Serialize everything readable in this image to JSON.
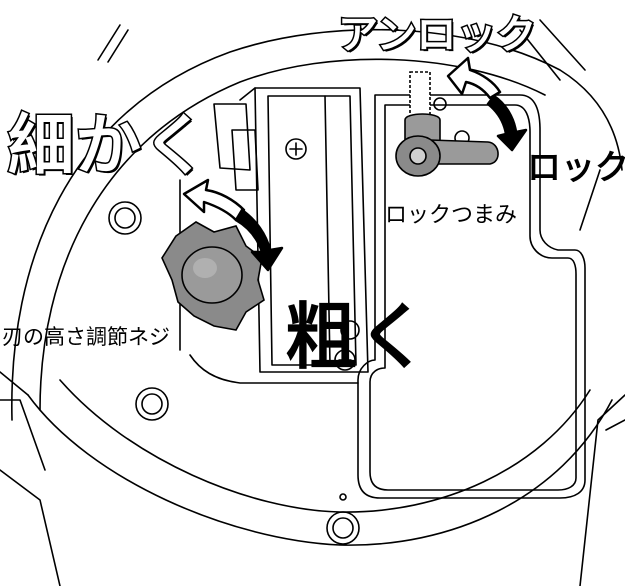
{
  "labels": {
    "unlock": "アンロック",
    "fine": "細かく",
    "lock": "ロック",
    "lock_knob": "ロックつまみ",
    "coarse": "粗く",
    "blade_height_screw": "刃の高さ調節ネジ"
  },
  "colors": {
    "line": "#000000",
    "knob_fill": "#8a8a8a",
    "arrow_fill": "#ffffff",
    "background": "#ffffff"
  }
}
